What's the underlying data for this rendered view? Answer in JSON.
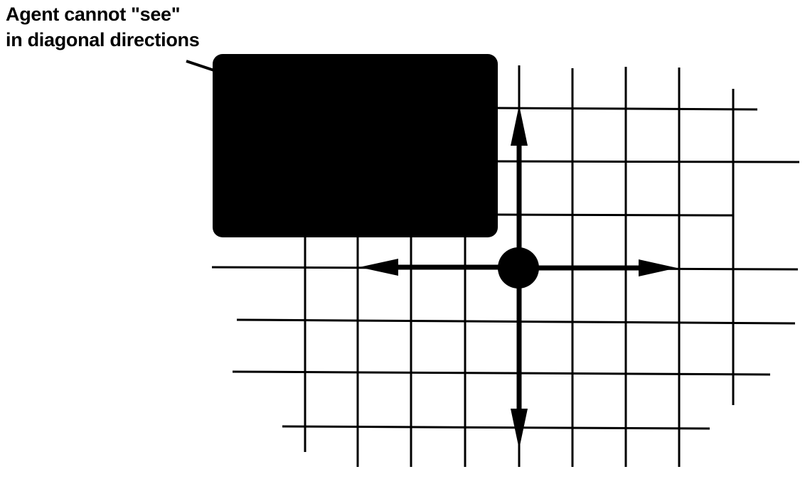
{
  "annotation": {
    "line1": "Agent cannot \"see\"",
    "line2": "in diagonal directions"
  },
  "colors": {
    "ink": "#000000",
    "background": "#ffffff"
  },
  "diagram": {
    "elements": [
      "occluding-block",
      "grid",
      "agent",
      "vision-arrow-up",
      "vision-arrow-down",
      "vision-arrow-left",
      "vision-arrow-right",
      "callout-leader"
    ]
  }
}
